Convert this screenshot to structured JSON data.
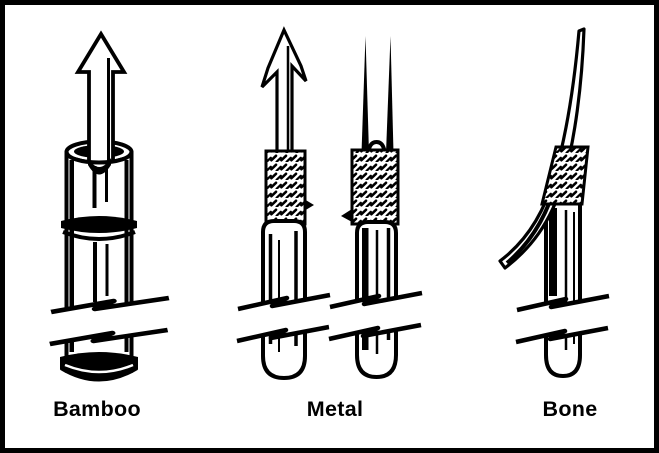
{
  "panel": {
    "background": "#ffffff",
    "frame_color": "#000000",
    "ink_color": "#000000"
  },
  "labels": {
    "bamboo": "Bamboo",
    "metal": "Metal",
    "bone": "Bone"
  },
  "figures": [
    {
      "id": "bamboo-spear",
      "caption_ref": "bamboo"
    },
    {
      "id": "metal-barbed-spear",
      "caption_ref": "metal"
    },
    {
      "id": "metal-forked-spear",
      "caption_ref": "metal"
    },
    {
      "id": "bone-spear",
      "caption_ref": "bone"
    }
  ]
}
